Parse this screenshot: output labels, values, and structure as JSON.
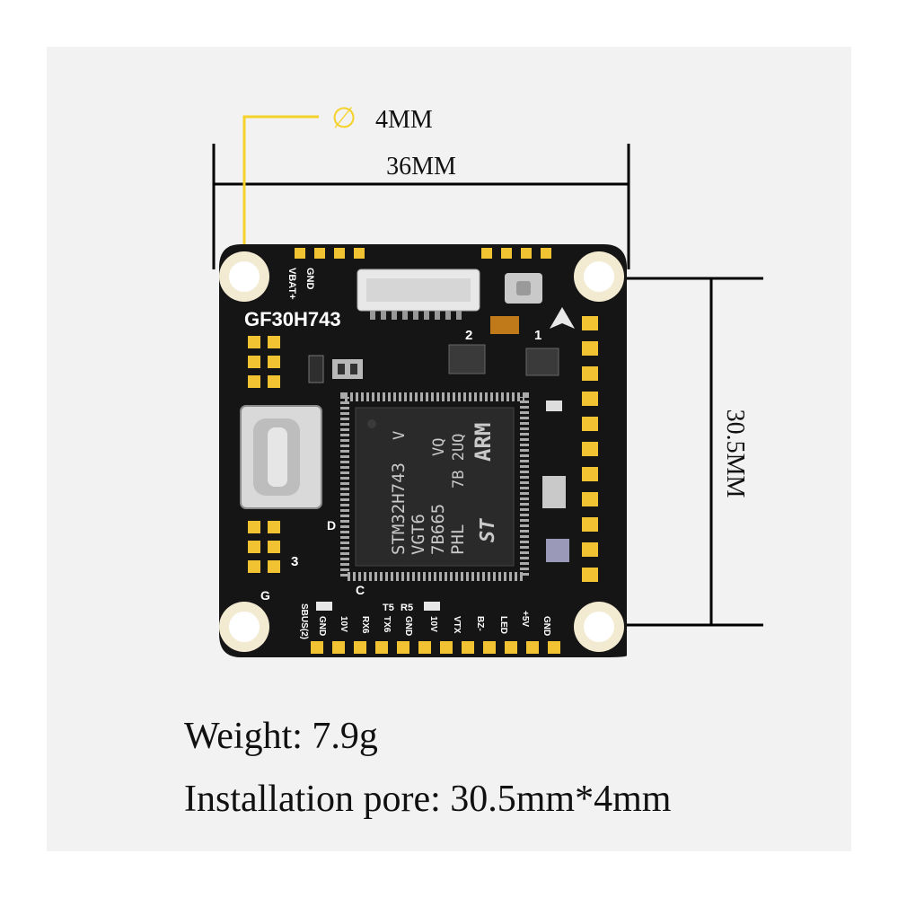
{
  "dimensions": {
    "hole": "4MM",
    "hole_symbol": "∅",
    "width": "36MM",
    "height": "30.5MM"
  },
  "board": {
    "model": "GF30H743",
    "top_pads": [
      "VBAT+",
      "GND"
    ],
    "bottom_pads": [
      "SBUS(2)",
      "GND",
      "10V",
      "RX6",
      "TX6",
      "GND",
      "10V",
      "VTX",
      "BZ-",
      "LED",
      "+5V",
      "GND"
    ],
    "markers": [
      "1",
      "2",
      "3",
      "C",
      "D",
      "G",
      "T5",
      "R5"
    ],
    "mcu_lines": [
      "STM32H743",
      "VGT6",
      "7B665",
      "PHL"
    ],
    "mcu_suffix": [
      "V",
      "VQ",
      "7B 2UQ"
    ],
    "mcu_logo": "ARM",
    "st_logo": "ST"
  },
  "captions": {
    "weight": "Weight: 7.9g",
    "installation": "Installation pore: 30.5mm*4mm"
  },
  "colors": {
    "pcb": "#151515",
    "pad": "#f1c232",
    "dimension_line": "#000000",
    "hole_callout": "#f5d22a",
    "background": "#f2f2f2"
  }
}
